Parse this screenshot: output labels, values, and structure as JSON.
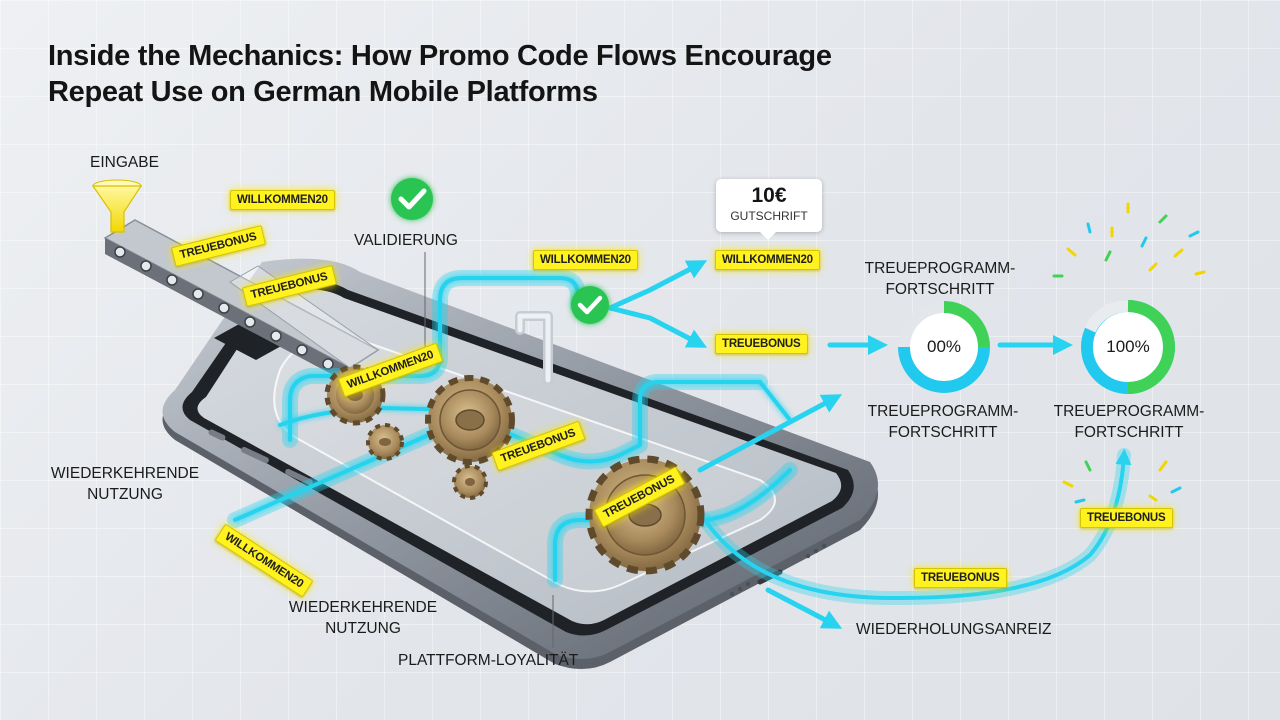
{
  "title": "Inside the Mechanics: How Promo Code Flows Encourage Repeat Use on German Mobile Platforms",
  "labels": {
    "eingabe": "EINGABE",
    "validierung": "VALIDIERUNG",
    "wiederkehrend_1": "WIEDERKEHRENDE NUTZUNG",
    "wiederkehrend_2": "WIEDERKEHRENDE NUTZUNG",
    "plattform_loyalitaet": "PLATTFORM-LOYALITÄT",
    "wiederholungsanreiz": "WIEDERHOLUNGSANREIZ",
    "treueprogramm_top": "TREUEPROGRAMM-FORTSCHRITT",
    "treueprogramm_left": "TREUEPROGRAMM-FORTSCHRITT",
    "treueprogramm_right": "TREUEPROGRAMM-FORTSCHRITT"
  },
  "gutschrift": {
    "amount": "10€",
    "label": "GUTSCHRIFT"
  },
  "progress": {
    "start": {
      "text": "00%",
      "value": 0.0
    },
    "end": {
      "text": "100%",
      "value": 1.0
    }
  },
  "tags": {
    "top_willkommen": "WILLKOMMEN20",
    "belt_treuebonus_1": "TREUEBONUS",
    "belt_treuebonus_2": "TREUEBONUS",
    "mid_willkommen": "WILLKOMMEN20",
    "out_willkommen": "WILLKOMMEN20",
    "out_treuebonus": "TREUEBONUS",
    "gear_willkommen": "WILLKOMMEN20",
    "gear_treuebonus_1": "TREUEBONUS",
    "gear_treuebonus_2": "TREUEBONUS",
    "left_willkommen": "WILLKOMMEN20",
    "curve_treuebonus": "TREUEBONUS",
    "right_treuebonus": "TREUEBONUS"
  },
  "colors": {
    "flow": "#27d3ee",
    "tag": "#fff21e",
    "check": "#27c450",
    "ring_green": "#3fd257",
    "ring_cyan": "#22c9ee",
    "gear": "#a88a5c"
  }
}
